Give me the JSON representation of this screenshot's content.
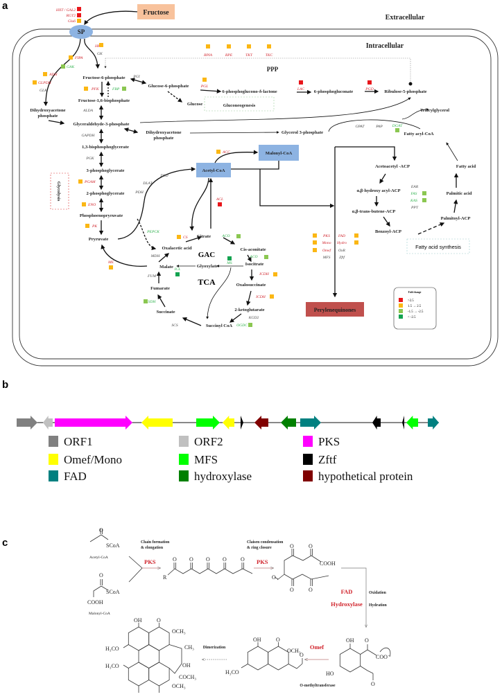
{
  "panel_a": {
    "label": "a",
    "fructose": "Fructose",
    "extracellular": "Extracellular",
    "intracellular": "Intracellular",
    "sp": "SP",
    "ppp": "PPP",
    "gluconeogenesis": "Gluconeogenesis",
    "glycolysis": "Glycolysis",
    "fatty_acid_synthesis": "Fatty acid synthesis",
    "gac": "GAC",
    "tca": "TCA",
    "acetyl_coa": "Acetyl-CoA",
    "malonyl_coa": "Malonyl-CoA",
    "perylenequinones": "Perylenequinones",
    "metabolites": [
      "Fructose-6-phosphate",
      "Glucose-6-phosphate",
      "6-phosphoglucono-δ-lactone",
      "6-phosphogluconate",
      "Ribulose-5-phosphate",
      "Fructose-1,6-bisphosphate",
      "Glucose",
      [
        "Dihydroxyacetone",
        "phosphate"
      ],
      "Glyceraldehyde-3-phosphate",
      [
        "Dihydroxyacetone",
        "phosphate"
      ],
      "1,3-bisphosphoglycerate",
      "3-phosphoglycerate",
      "2-phosphoglycerate",
      "Phosphoenopryruvate",
      "Pryruvate",
      "Glycerol 3-phosphate",
      "Triacylglycerol",
      "Fatty acyl-CoA",
      "Fatty acid",
      "Acetoacetyl -ACP",
      "α,β-hydroxy acyl-ACP",
      "Palmitic acid",
      "α,β-trans-butene-ACP",
      "Palmitoyl-ACP",
      "Benzoyl-ACP",
      "Citrate",
      "Cis-aconitate",
      "Oxalacetic  acid",
      "Isocitrate",
      "Malate",
      "Glyoxylate",
      "Oxalosuccinate",
      "Fumarate",
      "2-ketoglutarate",
      "Succinate",
      "Succinyl CoA"
    ],
    "genes": [
      {
        "name": "HXT / GAL2",
        "fc": 0
      },
      {
        "name": "RGT2",
        "fc": 0
      },
      {
        "name": "Glu6",
        "fc": 1
      },
      {
        "name": "HK",
        "fc": 1
      },
      {
        "name": "GK",
        "fc": null
      },
      {
        "name": "FIPA",
        "fc": 1
      },
      {
        "name": "GAK",
        "fc": 2
      },
      {
        "name": "ADH",
        "fc": 1
      },
      {
        "name": "GLPDH",
        "fc": 1
      },
      {
        "name": "GLK",
        "fc": null
      },
      {
        "name": "RPIA",
        "fc": 1
      },
      {
        "name": "RPE",
        "fc": 1
      },
      {
        "name": "TKT",
        "fc": 1
      },
      {
        "name": "TKC",
        "fc": 1
      },
      {
        "name": "PGI",
        "fc": null
      },
      {
        "name": "PFK",
        "fc": 1
      },
      {
        "name": "FBP",
        "fc": 2
      },
      {
        "name": "PGL",
        "fc": 1
      },
      {
        "name": "LAC",
        "fc": 0
      },
      {
        "name": "PGD",
        "fc": 0
      },
      {
        "name": "ALDA",
        "fc": null
      },
      {
        "name": "GAPDH",
        "fc": null
      },
      {
        "name": "PGK",
        "fc": null
      },
      {
        "name": "PGAM",
        "fc": 1
      },
      {
        "name": "ENO",
        "fc": 1
      },
      {
        "name": "PK",
        "fc": 1
      },
      {
        "name": "ACC",
        "fc": 1
      },
      {
        "name": "DLD",
        "fc": null
      },
      {
        "name": "DLAT",
        "fc": null
      },
      {
        "name": "PDH",
        "fc": null
      },
      {
        "name": "ACL",
        "fc": 0
      },
      {
        "name": "PEPCK",
        "fc": null,
        "down": true
      },
      {
        "name": "CS",
        "fc": 1
      },
      {
        "name": "ACO",
        "fc": 2
      },
      {
        "name": "ACO",
        "fc": 2
      },
      {
        "name": "MS",
        "fc": 3
      },
      {
        "name": "ICDH",
        "fc": 1
      },
      {
        "name": "ICDH",
        "fc": 1
      },
      {
        "name": "MDH",
        "fc": null
      },
      {
        "name": "ICL",
        "fc": 3
      },
      {
        "name": "ME",
        "fc": 1
      },
      {
        "name": "FUM",
        "fc": null
      },
      {
        "name": "SDH",
        "fc": 2
      },
      {
        "name": "KGD2",
        "fc": null
      },
      {
        "name": "OGDC",
        "fc": 2
      },
      {
        "name": "SCS",
        "fc": null
      },
      {
        "name": "GPAT",
        "fc": null
      },
      {
        "name": "PAP",
        "fc": null
      },
      {
        "name": "DGAT",
        "fc": 2
      },
      {
        "name": "EAR",
        "fc": null
      },
      {
        "name": "FAS",
        "fc": 2
      },
      {
        "name": "KAS",
        "fc": 2
      },
      {
        "name": "PPT",
        "fc": null
      },
      {
        "name": "PKS",
        "fc": 1
      },
      {
        "name": "FAD",
        "fc": 1
      },
      {
        "name": "Mono",
        "fc": 1
      },
      {
        "name": "Hydro",
        "fc": 1
      },
      {
        "name": "Omef",
        "fc": 1
      },
      {
        "name": "OxR",
        "fc": null
      },
      {
        "name": "MFS",
        "fc": null
      },
      {
        "name": "Zftf",
        "fc": null
      }
    ],
    "legend": {
      "title": "Fold change",
      "items": [
        {
          "label": ">2.5",
          "color": "#e8161b"
        },
        {
          "label": "1.5  →  2.5",
          "color": "#fbb714"
        },
        {
          "label": "-1.5  →  -2.5",
          "color": "#8bc751"
        },
        {
          "label": "< -2.5",
          "color": "#13a350"
        }
      ]
    },
    "colors": {
      "up_text": "#d0222a",
      "down_text": "#2bb04a",
      "neutral_text": "#444444",
      "box_blue": "#8db3e2",
      "fructose_box": "#f8c29c",
      "pq_box": "#c0504d"
    }
  },
  "panel_b": {
    "label": "b",
    "legend": [
      {
        "label": "ORF1",
        "color": "#808080"
      },
      {
        "label": "ORF2",
        "color": "#c0c0c0"
      },
      {
        "label": "PKS",
        "color": "#ff00ff"
      },
      {
        "label": "Omef/Mono",
        "color": "#ffff00"
      },
      {
        "label": "MFS",
        "color": "#00ff00"
      },
      {
        "label": "Zftf",
        "color": "#000000"
      },
      {
        "label": "FAD",
        "color": "#008080"
      },
      {
        "label": "hydroxylase",
        "color": "#008000"
      },
      {
        "label": "hypothetical protein",
        "color": "#800000"
      }
    ]
  },
  "panel_c": {
    "label": "c",
    "acetyl_coa": "Acetyl-CoA",
    "malonyl_coa": "Malonyl-CoA",
    "chain_formation": [
      "Chain formation",
      "& elongation"
    ],
    "claisen": [
      "Claisen condensation",
      "& ring closure"
    ],
    "pks": "PKS",
    "fad": "FAD",
    "hydroxylase": "Hydroxylase",
    "oxidation": "Oxidation",
    "hydration": "Hydration",
    "omef": "Omef",
    "o_methyltransferase": "O-methyltransferase",
    "dimerization": "Dimerization",
    "atoms": {
      "O": "O",
      "SCoA": "SCoA",
      "COOH": "COOH",
      "R": "R",
      "OH": "OH",
      "OCH3": "OCH₃",
      "H3CO": "H₃CO",
      "CH3": "CH₃",
      "COCH3": "COCH₃",
      "HO": "HO",
      "COO": "COO⁻"
    }
  }
}
